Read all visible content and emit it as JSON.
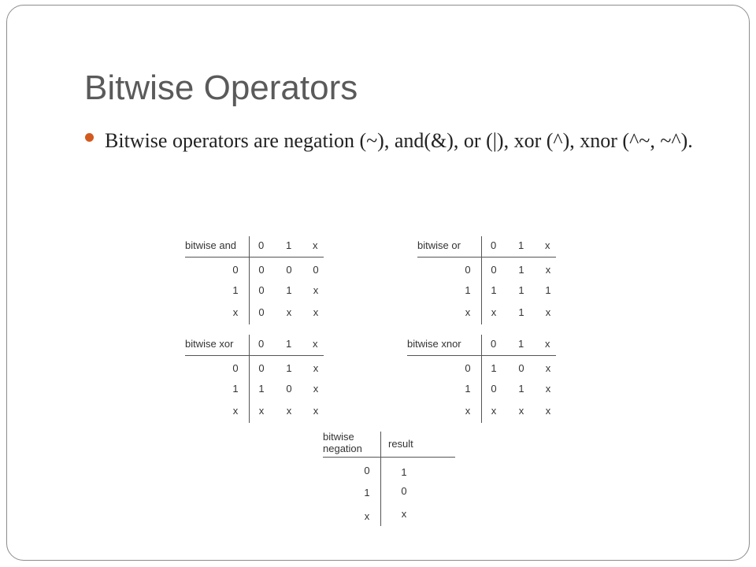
{
  "slide": {
    "title": "Bitwise Operators",
    "bullet": "Bitwise operators are negation (~), and(&), or (|), xor (^), xnor (^~, ~^)."
  },
  "tables": [
    {
      "label": "bitwise and",
      "cols": [
        "0",
        "1",
        "x"
      ],
      "rows": [
        {
          "head": "0",
          "cells": [
            "0",
            "0",
            "0"
          ]
        },
        {
          "head": "1",
          "cells": [
            "0",
            "1",
            "x"
          ]
        },
        {
          "head": "x",
          "cells": [
            "0",
            "x",
            "x"
          ]
        }
      ]
    },
    {
      "label": "bitwise or",
      "cols": [
        "0",
        "1",
        "x"
      ],
      "rows": [
        {
          "head": "0",
          "cells": [
            "0",
            "1",
            "x"
          ]
        },
        {
          "head": "1",
          "cells": [
            "1",
            "1",
            "1"
          ]
        },
        {
          "head": "x",
          "cells": [
            "x",
            "1",
            "x"
          ]
        }
      ]
    },
    {
      "label": "bitwise xor",
      "cols": [
        "0",
        "1",
        "x"
      ],
      "rows": [
        {
          "head": "0",
          "cells": [
            "0",
            "1",
            "x"
          ]
        },
        {
          "head": "1",
          "cells": [
            "1",
            "0",
            "x"
          ]
        },
        {
          "head": "x",
          "cells": [
            "x",
            "x",
            "x"
          ]
        }
      ]
    },
    {
      "label": "bitwise xnor",
      "cols": [
        "0",
        "1",
        "x"
      ],
      "rows": [
        {
          "head": "0",
          "cells": [
            "1",
            "0",
            "x"
          ]
        },
        {
          "head": "1",
          "cells": [
            "0",
            "1",
            "x"
          ]
        },
        {
          "head": "x",
          "cells": [
            "x",
            "x",
            "x"
          ]
        }
      ]
    }
  ],
  "negation": {
    "label_line1": "bitwise",
    "label_line2": "negation",
    "result_header": "result",
    "rows": [
      {
        "head": "0",
        "result": "1"
      },
      {
        "head": "1",
        "result": "0"
      },
      {
        "head": "x",
        "result": "x"
      }
    ]
  },
  "colors": {
    "title": "#5a5a5a",
    "bullet_marker": "#d35a1f",
    "frame_border": "#8c8c8c"
  }
}
